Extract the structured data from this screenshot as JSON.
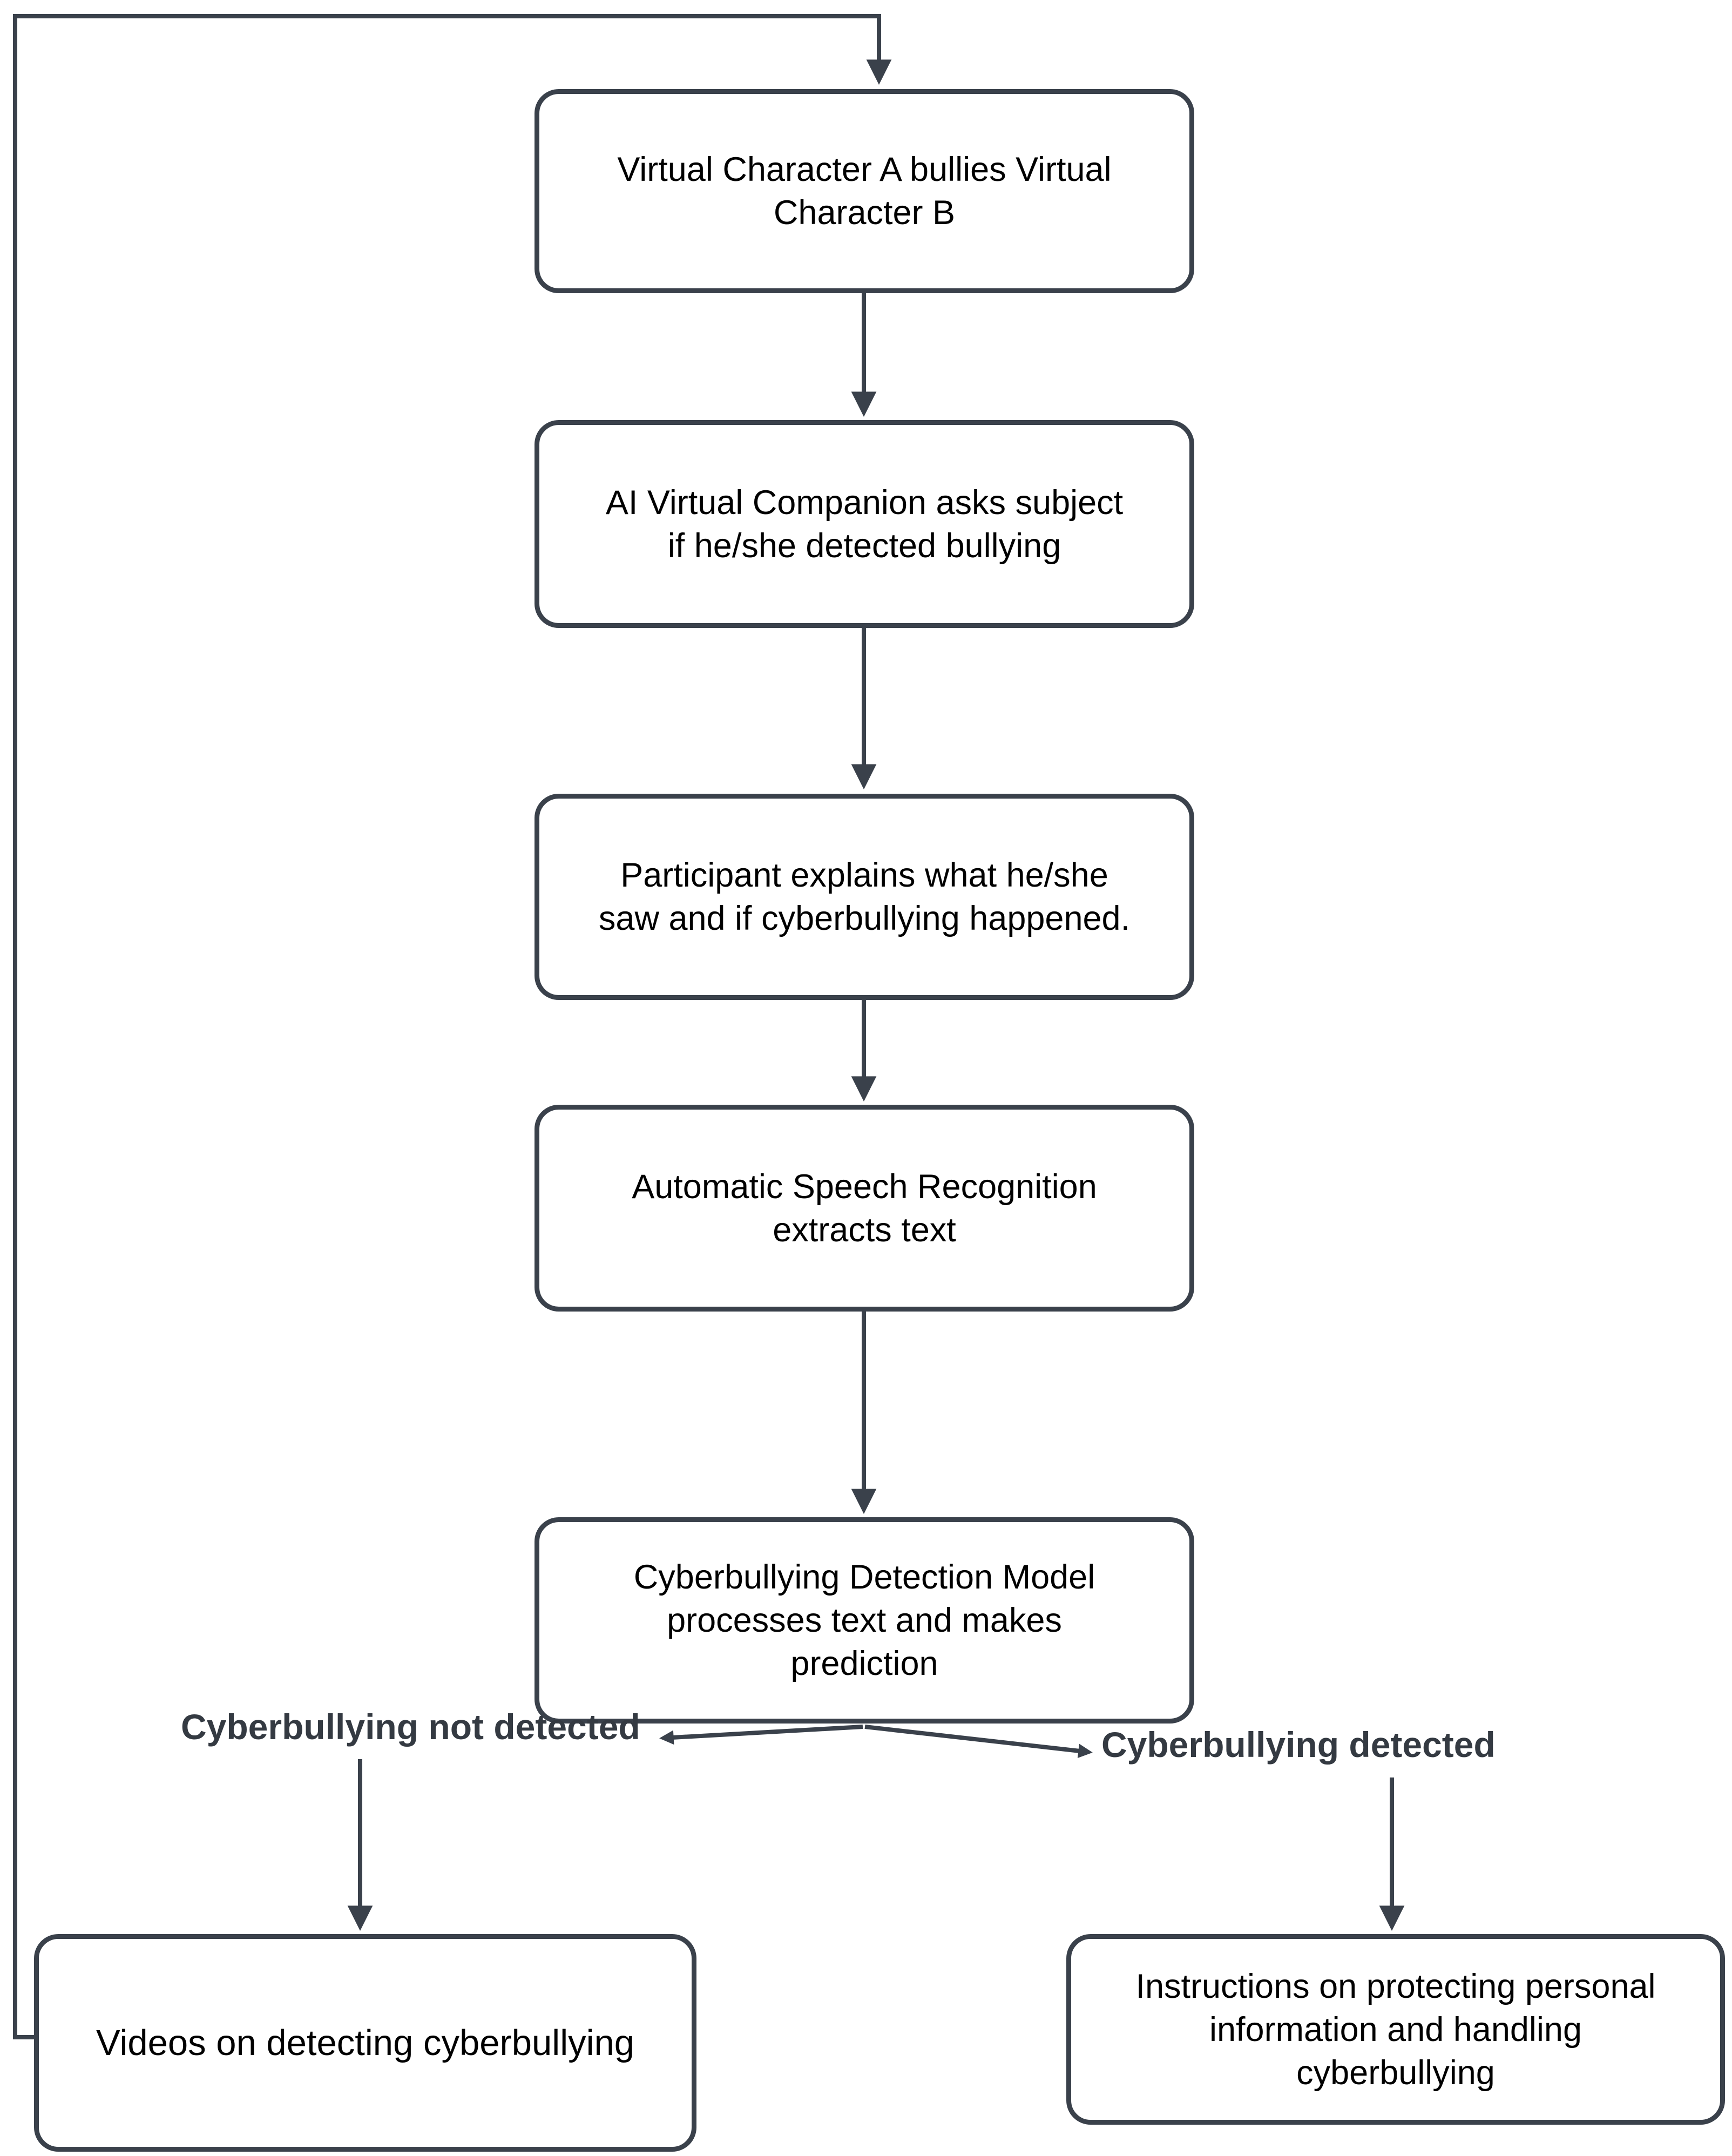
{
  "flowchart": {
    "nodes": [
      {
        "id": "virtual-bullying",
        "text": "Virtual Character A bullies Virtual\nCharacter B"
      },
      {
        "id": "companion-asks",
        "text": "AI Virtual Companion asks subject\nif he/she detected bullying"
      },
      {
        "id": "participant-explains",
        "text": "Participant explains what he/she\nsaw and if cyberbullying happened."
      },
      {
        "id": "asr-extracts",
        "text": "Automatic Speech Recognition\nextracts text"
      },
      {
        "id": "detection-model",
        "text": "Cyberbullying Detection Model\nprocesses text and makes\nprediction"
      },
      {
        "id": "videos",
        "text": "Videos on detecting cyberbullying"
      },
      {
        "id": "instructions",
        "text": "Instructions on protecting personal\ninformation and handling\ncyberbullying"
      }
    ],
    "edges": [
      {
        "from": "virtual-bullying",
        "to": "companion-asks",
        "label": ""
      },
      {
        "from": "companion-asks",
        "to": "participant-explains",
        "label": ""
      },
      {
        "from": "participant-explains",
        "to": "asr-extracts",
        "label": ""
      },
      {
        "from": "asr-extracts",
        "to": "detection-model",
        "label": ""
      },
      {
        "from": "detection-model",
        "to": "videos",
        "label": "Cyberbullying not detected"
      },
      {
        "from": "detection-model",
        "to": "instructions",
        "label": "Cyberbullying detected"
      },
      {
        "from": "videos",
        "to": "virtual-bullying",
        "label": ""
      }
    ],
    "colors": {
      "connector": "#3a414b",
      "node_border": "#3a414b",
      "node_text": "#000000",
      "branch_label_text": "#343a42",
      "background": "#ffffff"
    }
  }
}
